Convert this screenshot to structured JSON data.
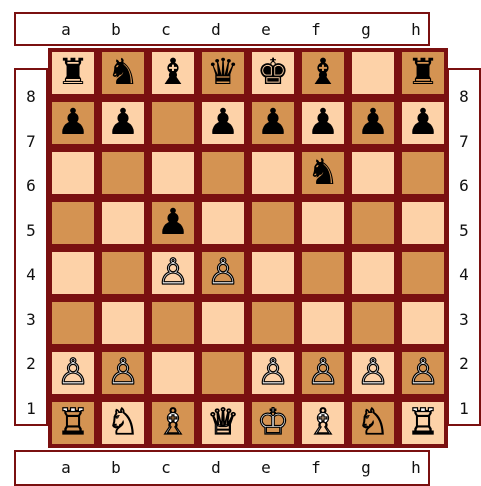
{
  "files": [
    "a",
    "b",
    "c",
    "d",
    "e",
    "f",
    "g",
    "h"
  ],
  "ranks": [
    "8",
    "7",
    "6",
    "5",
    "4",
    "3",
    "2",
    "1"
  ],
  "colors": {
    "light_square": "#fdd2a8",
    "dark_square": "#d49352",
    "border": "#7a1010"
  },
  "board": [
    [
      "r",
      "n",
      "b",
      "q",
      "k",
      "b",
      "",
      "r"
    ],
    [
      "p",
      "p",
      "",
      "p",
      "p",
      "p",
      "p",
      "p"
    ],
    [
      "",
      "",
      "",
      "",
      "",
      "n",
      "",
      ""
    ],
    [
      "",
      "",
      "p",
      "",
      "",
      "",
      "",
      ""
    ],
    [
      "",
      "",
      "P",
      "P",
      "",
      "",
      "",
      ""
    ],
    [
      "",
      "",
      "",
      "",
      "",
      "",
      "",
      ""
    ],
    [
      "P",
      "P",
      "",
      "",
      "P",
      "P",
      "P",
      "P"
    ],
    [
      "R",
      "N",
      "B",
      "Q",
      "K",
      "B",
      "N",
      "R"
    ]
  ],
  "piece_names": {
    "K": "white-king-icon",
    "Q": "white-queen-icon",
    "R": "white-rook-icon",
    "B": "white-bishop-icon",
    "N": "white-knight-icon",
    "P": "white-pawn-icon",
    "k": "black-king-icon",
    "q": "black-queen-icon",
    "r": "black-rook-icon",
    "b": "black-bishop-icon",
    "n": "black-knight-icon",
    "p": "black-pawn-icon"
  }
}
